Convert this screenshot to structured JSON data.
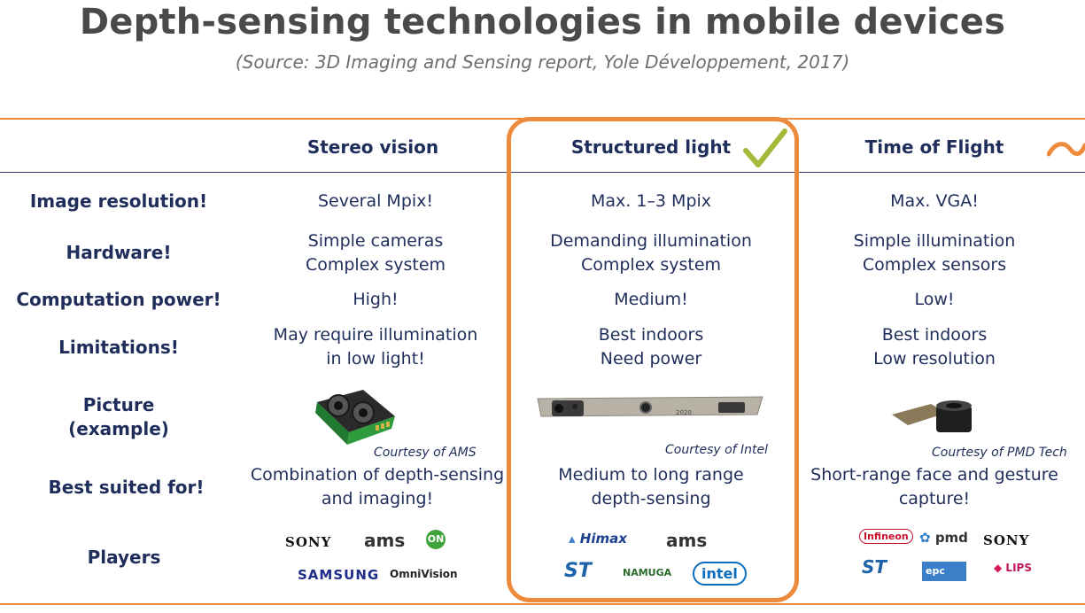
{
  "title": "Depth-sensing technologies in mobile devices",
  "subtitle": "(Source: 3D Imaging and Sensing report, Yole Développement, 2017)",
  "columns": [
    "Stereo vision",
    "Structured light",
    "Time of Flight"
  ],
  "rows": [
    {
      "label": "Image resolution!",
      "cells": [
        "Several Mpix!",
        "Max. 1–3 Mpix",
        "Max. VGA!"
      ]
    },
    {
      "label": "Hardware!",
      "cells": [
        "Simple cameras\nComplex system",
        "Demanding illumination\nComplex system",
        "Simple illumination\nComplex sensors"
      ]
    },
    {
      "label": "Computation power!",
      "cells": [
        "High!",
        "Medium!",
        "Low!"
      ]
    },
    {
      "label": "Limitations!",
      "cells": [
        "May require illumination\nin low light!",
        "Best indoors\nNeed power",
        "Best indoors\nLow resolution"
      ]
    },
    {
      "label": "Picture\n(example)",
      "cells": [
        "",
        "",
        ""
      ]
    },
    {
      "label": "Best suited for!",
      "cells": [
        "Combination of depth-sensing\nand imaging!",
        "Medium to long range\ndepth-sensing",
        "Short-range face and gesture\ncapture!"
      ]
    },
    {
      "label": "Players",
      "cells": [
        "",
        "",
        ""
      ]
    }
  ],
  "courtesy": [
    "Courtesy of AMS",
    "Courtesy of Intel",
    "Courtesy of PMD Tech"
  ],
  "players": {
    "stereo": [
      "SONY",
      "ams",
      "ON",
      "SAMSUNG",
      "OmniVision"
    ],
    "structured": [
      "Himax",
      "ams",
      "ST",
      "NAMUGA",
      "intel"
    ],
    "tof": [
      "Infineon",
      "pmd",
      "SONY",
      "ST",
      "epc",
      "LIPS"
    ]
  },
  "colors": {
    "accent": "#ee8a3c",
    "text": "#1f2d5a",
    "check": "#a6b83a"
  }
}
